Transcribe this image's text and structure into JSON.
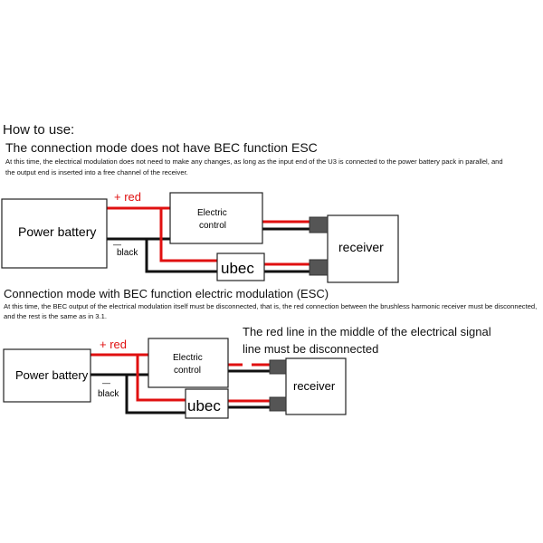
{
  "heading": "How to use:",
  "section1": {
    "title": "The connection mode does not have BEC function ESC",
    "desc_line1": "At this time, the electrical modulation does not need to make any changes, as long as the input end of the U3 is connected to the power battery pack in parallel, and",
    "desc_line2": "the output end is inserted into a free channel of the receiver.",
    "power_battery": "Power battery",
    "electric_control_line1": "Electric",
    "electric_control_line2": "control",
    "ubec": "ubec",
    "receiver": "receiver",
    "red_label": "+ red",
    "black_minus": "—",
    "black_label": "black"
  },
  "section2": {
    "title": "Connection mode with BEC function electric modulation (ESC)",
    "desc_line1": "At this time, the BEC output of the electrical modulation itself must be disconnected, that is, the red connection between the brushless harmonic receiver must be disconnected,",
    "desc_line2": "and the rest is the same as in 3.1.",
    "note_line1": "The red line in the middle of the electrical signal",
    "note_line2": "line must be disconnected",
    "power_battery": "Power battery",
    "electric_control_line1": "Electric",
    "electric_control_line2": "control",
    "ubec": "ubec",
    "receiver": "receiver",
    "red_label": "+ red",
    "black_minus": "—",
    "black_label": "black"
  },
  "colors": {
    "red_wire": "#e01010",
    "black_wire": "#111111",
    "connector": "#555555",
    "box_border": "#222222"
  }
}
